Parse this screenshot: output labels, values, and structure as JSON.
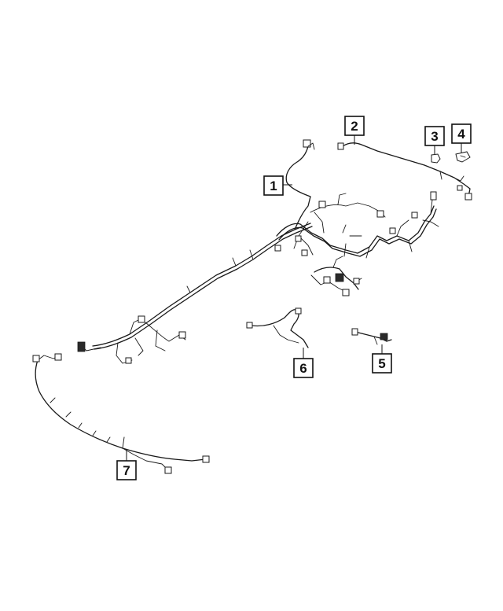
{
  "diagram": {
    "callouts": [
      {
        "id": "callout-1",
        "number": "1"
      },
      {
        "id": "callout-2",
        "number": "2"
      },
      {
        "id": "callout-3",
        "number": "3"
      },
      {
        "id": "callout-4",
        "number": "4"
      },
      {
        "id": "callout-5",
        "number": "5"
      },
      {
        "id": "callout-6",
        "number": "6"
      },
      {
        "id": "callout-7",
        "number": "7"
      }
    ]
  }
}
